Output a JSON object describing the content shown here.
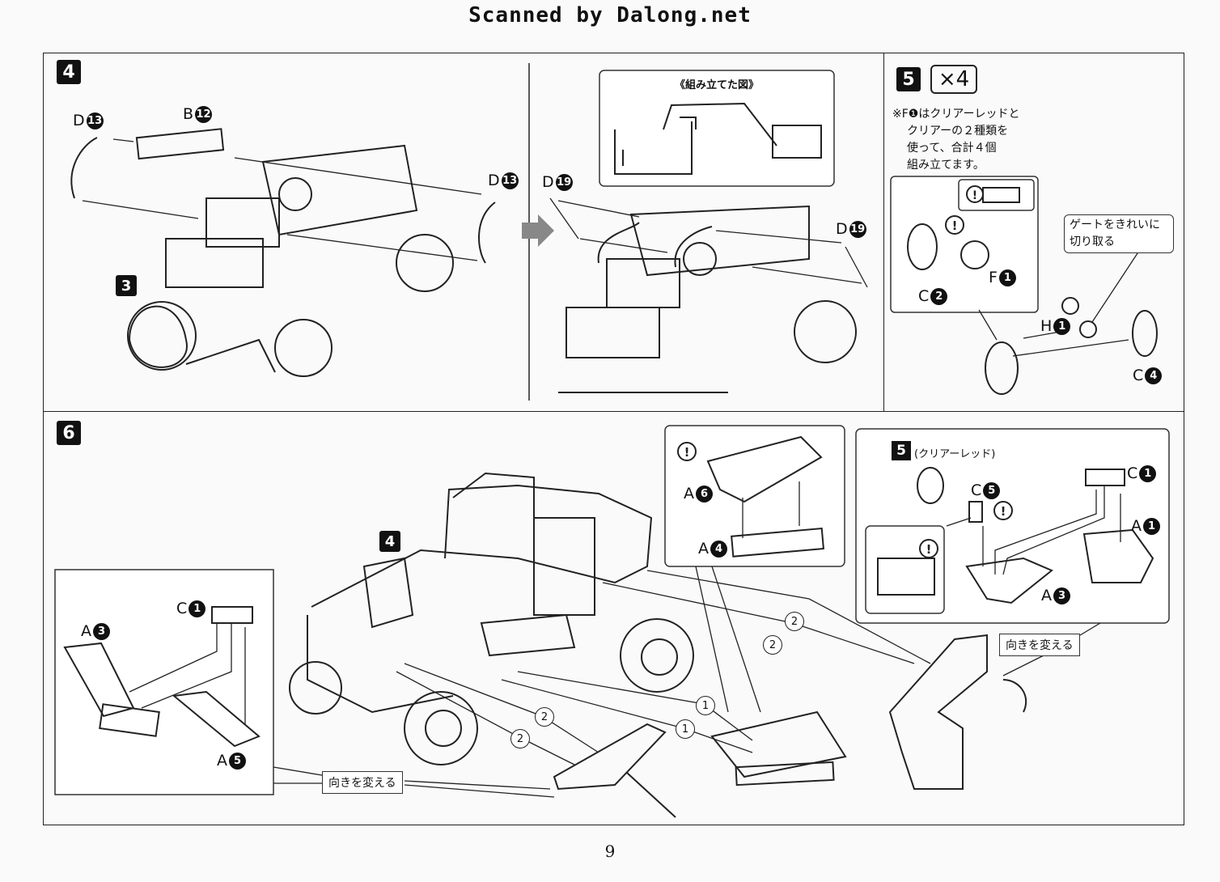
{
  "header": {
    "scan_credit": "Scanned by Dalong.net"
  },
  "page_number": "9",
  "step4": {
    "badge": "4",
    "sub_badge": "3",
    "parts": {
      "d13_left": "D",
      "d13_left_n": "13",
      "b12": "B",
      "b12_n": "12",
      "d13_right": "D",
      "d13_right_n": "13",
      "d19_left": "D",
      "d19_left_n": "19",
      "d19_right": "D",
      "d19_right_n": "19"
    },
    "inset_title": "《組み立てた図》"
  },
  "step5": {
    "badge": "5",
    "multiplier": "×4",
    "note_line1": "※F❶はクリアーレッドと",
    "note_line2": "クリアーの２種類を",
    "note_line3": "使って、合計４個",
    "note_line4": "組み立てます。",
    "gate_note_line1": "ゲートをきれいに",
    "gate_note_line2": "切り取る",
    "parts": {
      "c2": "C",
      "c2_n": "2",
      "f1": "F",
      "f1_n": "1",
      "h1": "H",
      "h1_n": "1",
      "c4": "C",
      "c4_n": "4"
    }
  },
  "step6": {
    "badge": "6",
    "sub_badge": "4",
    "turn_label_left": "向きを変える",
    "turn_label_right": "向きを変える",
    "left_inset_parts": {
      "c1": "C",
      "c1_n": "1",
      "a3": "A",
      "a3_n": "3",
      "a5": "A",
      "a5_n": "5"
    },
    "top_inset_parts": {
      "a6": "A",
      "a6_n": "6",
      "a4": "A",
      "a4_n": "4"
    },
    "right_inset": {
      "badge": "5",
      "subtitle": "(クリアーレッド)",
      "c5": "C",
      "c5_n": "5",
      "c1": "C",
      "c1_n": "1",
      "a1": "A",
      "a1_n": "1",
      "a3": "A",
      "a3_n": "3"
    },
    "callouts": [
      "2",
      "2",
      "1",
      "2",
      "1",
      "2"
    ]
  }
}
